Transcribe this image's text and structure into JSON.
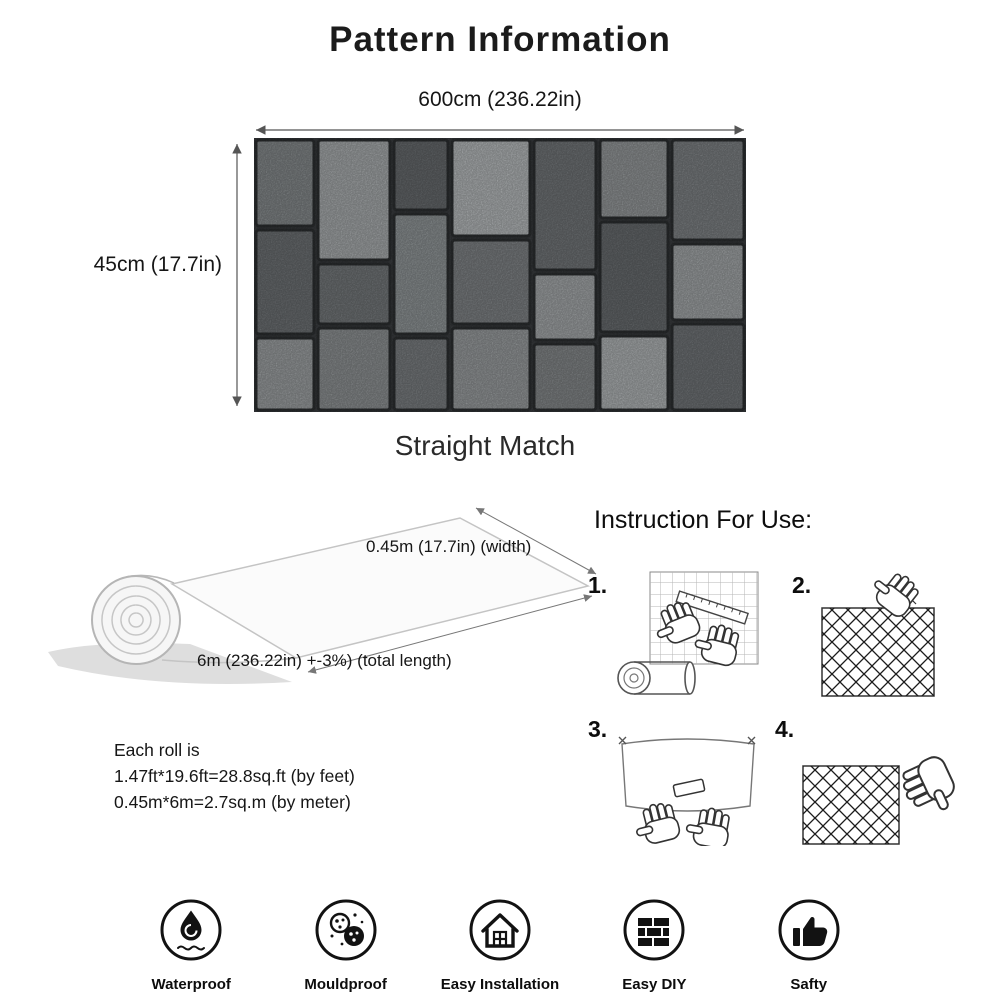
{
  "title": "Pattern Information",
  "pattern": {
    "width_label": "600cm (236.22in)",
    "height_label": "45cm (17.7in)",
    "match_label": "Straight Match",
    "image_name": "grey-stone-brick-wallpaper-pattern"
  },
  "roll": {
    "width_label": "0.45m (17.7in) (width)",
    "length_label": "6m (236.22in) +-3%) (total length)",
    "details": [
      "Each roll is",
      "1.47ft*19.6ft=28.8sq.ft (by feet)",
      "0.45m*6m=2.7sq.m (by meter)"
    ]
  },
  "instructions": {
    "title": "Instruction For Use:",
    "steps": [
      {
        "number": "1.",
        "icon": "measure-and-cut-illustration"
      },
      {
        "number": "2.",
        "icon": "hang-wallpaper-illustration"
      },
      {
        "number": "3.",
        "icon": "smooth-wallpaper-illustration"
      },
      {
        "number": "4.",
        "icon": "press-wallpaper-illustration"
      }
    ]
  },
  "features": [
    {
      "label": "Waterproof",
      "icon": "water-drop-icon"
    },
    {
      "label": "Mouldproof",
      "icon": "mold-spots-icon"
    },
    {
      "label": "Easy Installation",
      "icon": "house-icon"
    },
    {
      "label": "Easy DIY",
      "icon": "brick-wall-icon"
    },
    {
      "label": "Safty",
      "icon": "thumbs-up-icon"
    }
  ]
}
